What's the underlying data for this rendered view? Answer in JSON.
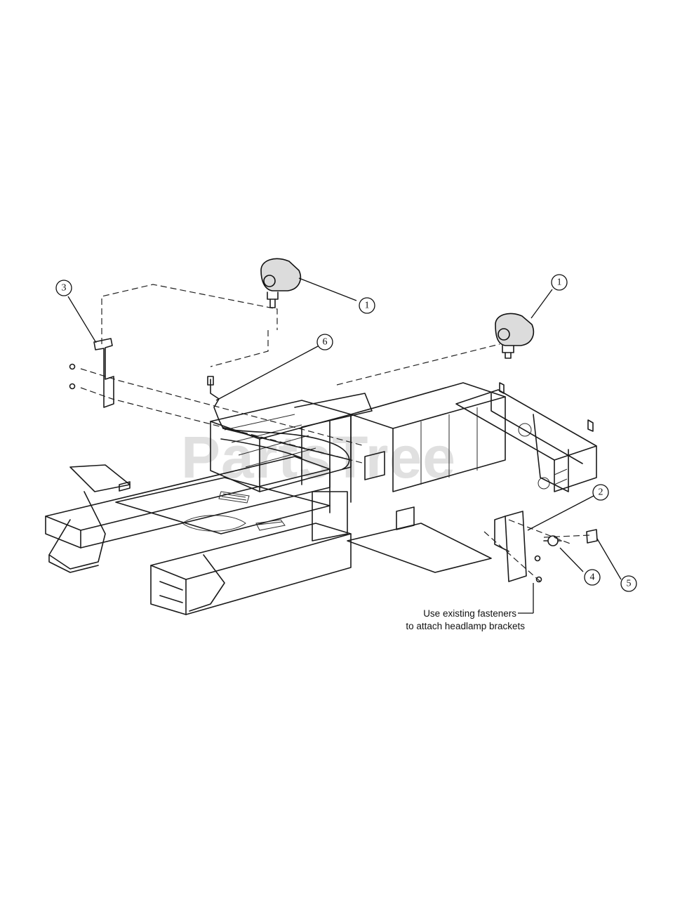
{
  "watermark": "PartsTree",
  "note": {
    "line1": "Use existing fasteners",
    "line2": "to attach headlamp brackets"
  },
  "callouts": [
    {
      "id": "callout-1a",
      "label": "1"
    },
    {
      "id": "callout-1b",
      "label": "1"
    },
    {
      "id": "callout-2",
      "label": "2"
    },
    {
      "id": "callout-3",
      "label": "3"
    },
    {
      "id": "callout-4",
      "label": "4"
    },
    {
      "id": "callout-5",
      "label": "5"
    },
    {
      "id": "callout-6",
      "label": "6"
    }
  ]
}
